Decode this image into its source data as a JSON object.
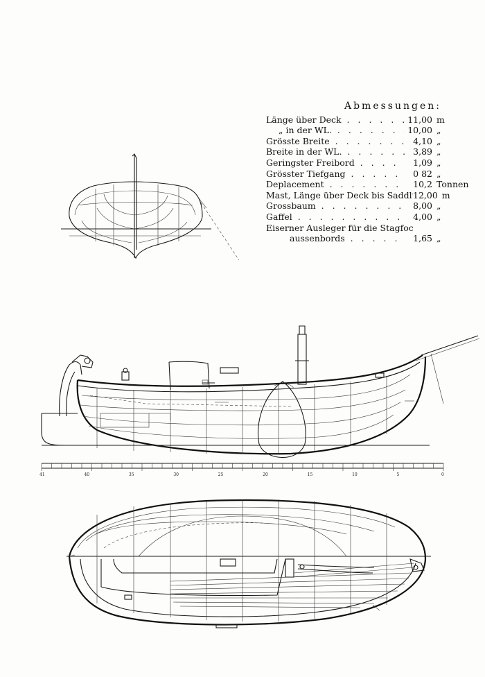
{
  "dimensions": {
    "title": "Abmessungen:",
    "rows": [
      {
        "label": "Länge über Deck",
        "dots": " . . . . . . . .",
        "value": "11,00",
        "unit": "m",
        "indent": 0
      },
      {
        "label": "„ in der WL.",
        "dots": " . . . . . . . .",
        "value": "10,00",
        "unit": "„",
        "indent": 1
      },
      {
        "label": "Grösste Breite",
        "dots": " . . . . . . . .",
        "value": "4,10",
        "unit": "„",
        "indent": 0
      },
      {
        "label": "Breite in der WL.",
        "dots": " . . . . . . .",
        "value": "3,89",
        "unit": "„",
        "indent": 0
      },
      {
        "label": "Geringster Freibord",
        "dots": " . . . . . .",
        "value": "1,09",
        "unit": "„",
        "indent": 0
      },
      {
        "label": "Grösster Tiefgang",
        "dots": " . . . . . .",
        "value": "0 82",
        "unit": "„",
        "indent": 0
      },
      {
        "label": "Deplacement",
        "dots": " . . . . . . .",
        "value": "10,2",
        "unit": "Tonnen",
        "indent": 0
      },
      {
        "label": "Mast, Länge über Deck bis Saddlung",
        "dots": "",
        "value": "12,00",
        "unit": "m",
        "indent": 0
      },
      {
        "label": "Grossbaum",
        "dots": " . . . . . . . . .",
        "value": "8,00",
        "unit": "„",
        "indent": 0
      },
      {
        "label": "Gaffel",
        "dots": " . . . . . . . . . .",
        "value": "4,00",
        "unit": "„",
        "indent": 0
      },
      {
        "label": "Eiserner Ausleger für die Stagfock",
        "dots": "",
        "value": "",
        "unit": "",
        "indent": 0
      },
      {
        "label": "aussenbords",
        "dots": " . . . . . .",
        "value": "1,65",
        "unit": "„",
        "indent": 2
      }
    ]
  },
  "scale": {
    "labels": [
      "41",
      "40",
      "35",
      "30",
      "25",
      "20",
      "15",
      "10",
      "5",
      "0"
    ]
  },
  "colors": {
    "ink": "#1a1a1a",
    "paper": "#fdfdfb"
  }
}
